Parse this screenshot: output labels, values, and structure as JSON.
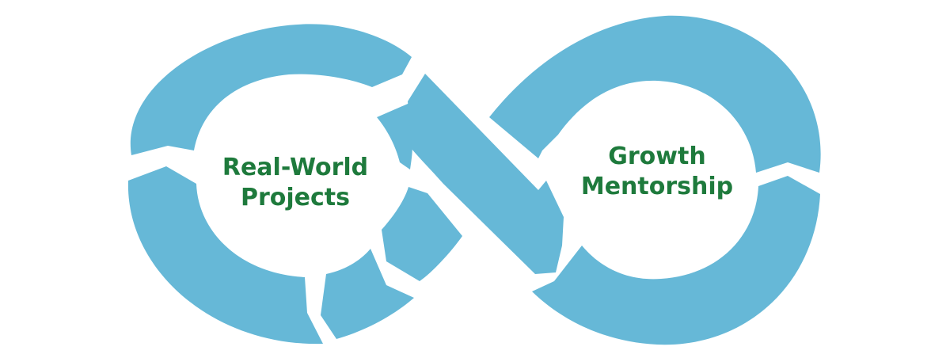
{
  "colors": {
    "loop": "#66b8d7",
    "text": "#1e7a3c",
    "background": "#ffffff"
  },
  "left_loop": {
    "line1": "Real-World",
    "line2": "Projects"
  },
  "right_loop": {
    "line1": "Growth",
    "line2": "Mentorship"
  }
}
